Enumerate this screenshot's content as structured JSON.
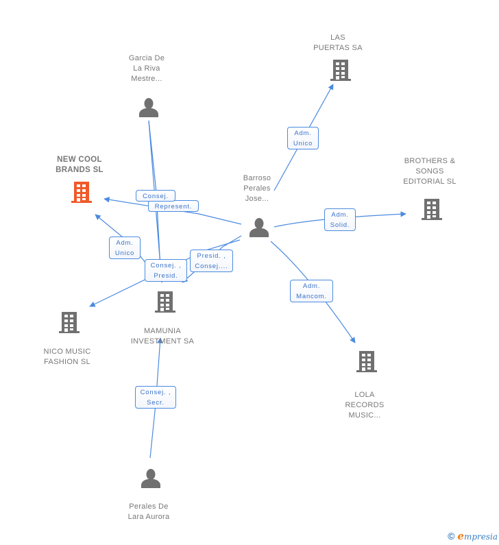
{
  "colors": {
    "edge": "#4a8ae0",
    "node_icon": "#707070",
    "highlight_icon": "#f05a2a",
    "label_text": "#777777",
    "edge_label_text": "#3a72c8"
  },
  "nodes": [
    {
      "id": "new-cool",
      "type": "company",
      "label": "NEW COOL\nBRANDS SL",
      "highlight": true
    },
    {
      "id": "garcia",
      "type": "person",
      "label": "Garcia De\nLa Riva\nMestre..."
    },
    {
      "id": "las-puertas",
      "type": "company",
      "label": "LAS\nPUERTAS SA"
    },
    {
      "id": "barroso",
      "type": "person",
      "label": "Barroso\nPerales\nJose..."
    },
    {
      "id": "brothers",
      "type": "company",
      "label": "BROTHERS &\nSONGS\nEDITORIAL SL"
    },
    {
      "id": "mamunia",
      "type": "company",
      "label": "MAMUNIA\nINVESTMENT SA"
    },
    {
      "id": "nico",
      "type": "company",
      "label": "NICO MUSIC\nFASHION SL"
    },
    {
      "id": "lola",
      "type": "company",
      "label": "LOLA\nRECORDS\nMUSIC..."
    },
    {
      "id": "perales",
      "type": "person",
      "label": "Perales De\nLara Aurora"
    }
  ],
  "edges": [
    {
      "from": "barroso",
      "to": "las-puertas",
      "label": "Adm.\nUnico"
    },
    {
      "from": "barroso",
      "to": "brothers",
      "label": "Adm.\nSolid."
    },
    {
      "from": "barroso",
      "to": "lola",
      "label": "Adm.\nMancom."
    },
    {
      "from": "barroso",
      "to": "new-cool",
      "label": "Represent."
    },
    {
      "from": "barroso",
      "to": "mamunia",
      "label": "Presid. ,\nConsej...."
    },
    {
      "from": "barroso",
      "to": "nico",
      "label": ""
    },
    {
      "from": "garcia",
      "to": "mamunia",
      "label": "Consej."
    },
    {
      "from": "mamunia",
      "to": "new-cool",
      "label": "Adm.\nUnico"
    },
    {
      "from": "garcia",
      "to": "mamunia",
      "label": "Consej. ,\nPresid."
    },
    {
      "from": "perales",
      "to": "mamunia",
      "label": "Consej. ,\nSecr."
    }
  ],
  "footer": {
    "copyright_symbol": "©",
    "brand_initial": "e",
    "brand_rest": "mpresia"
  }
}
